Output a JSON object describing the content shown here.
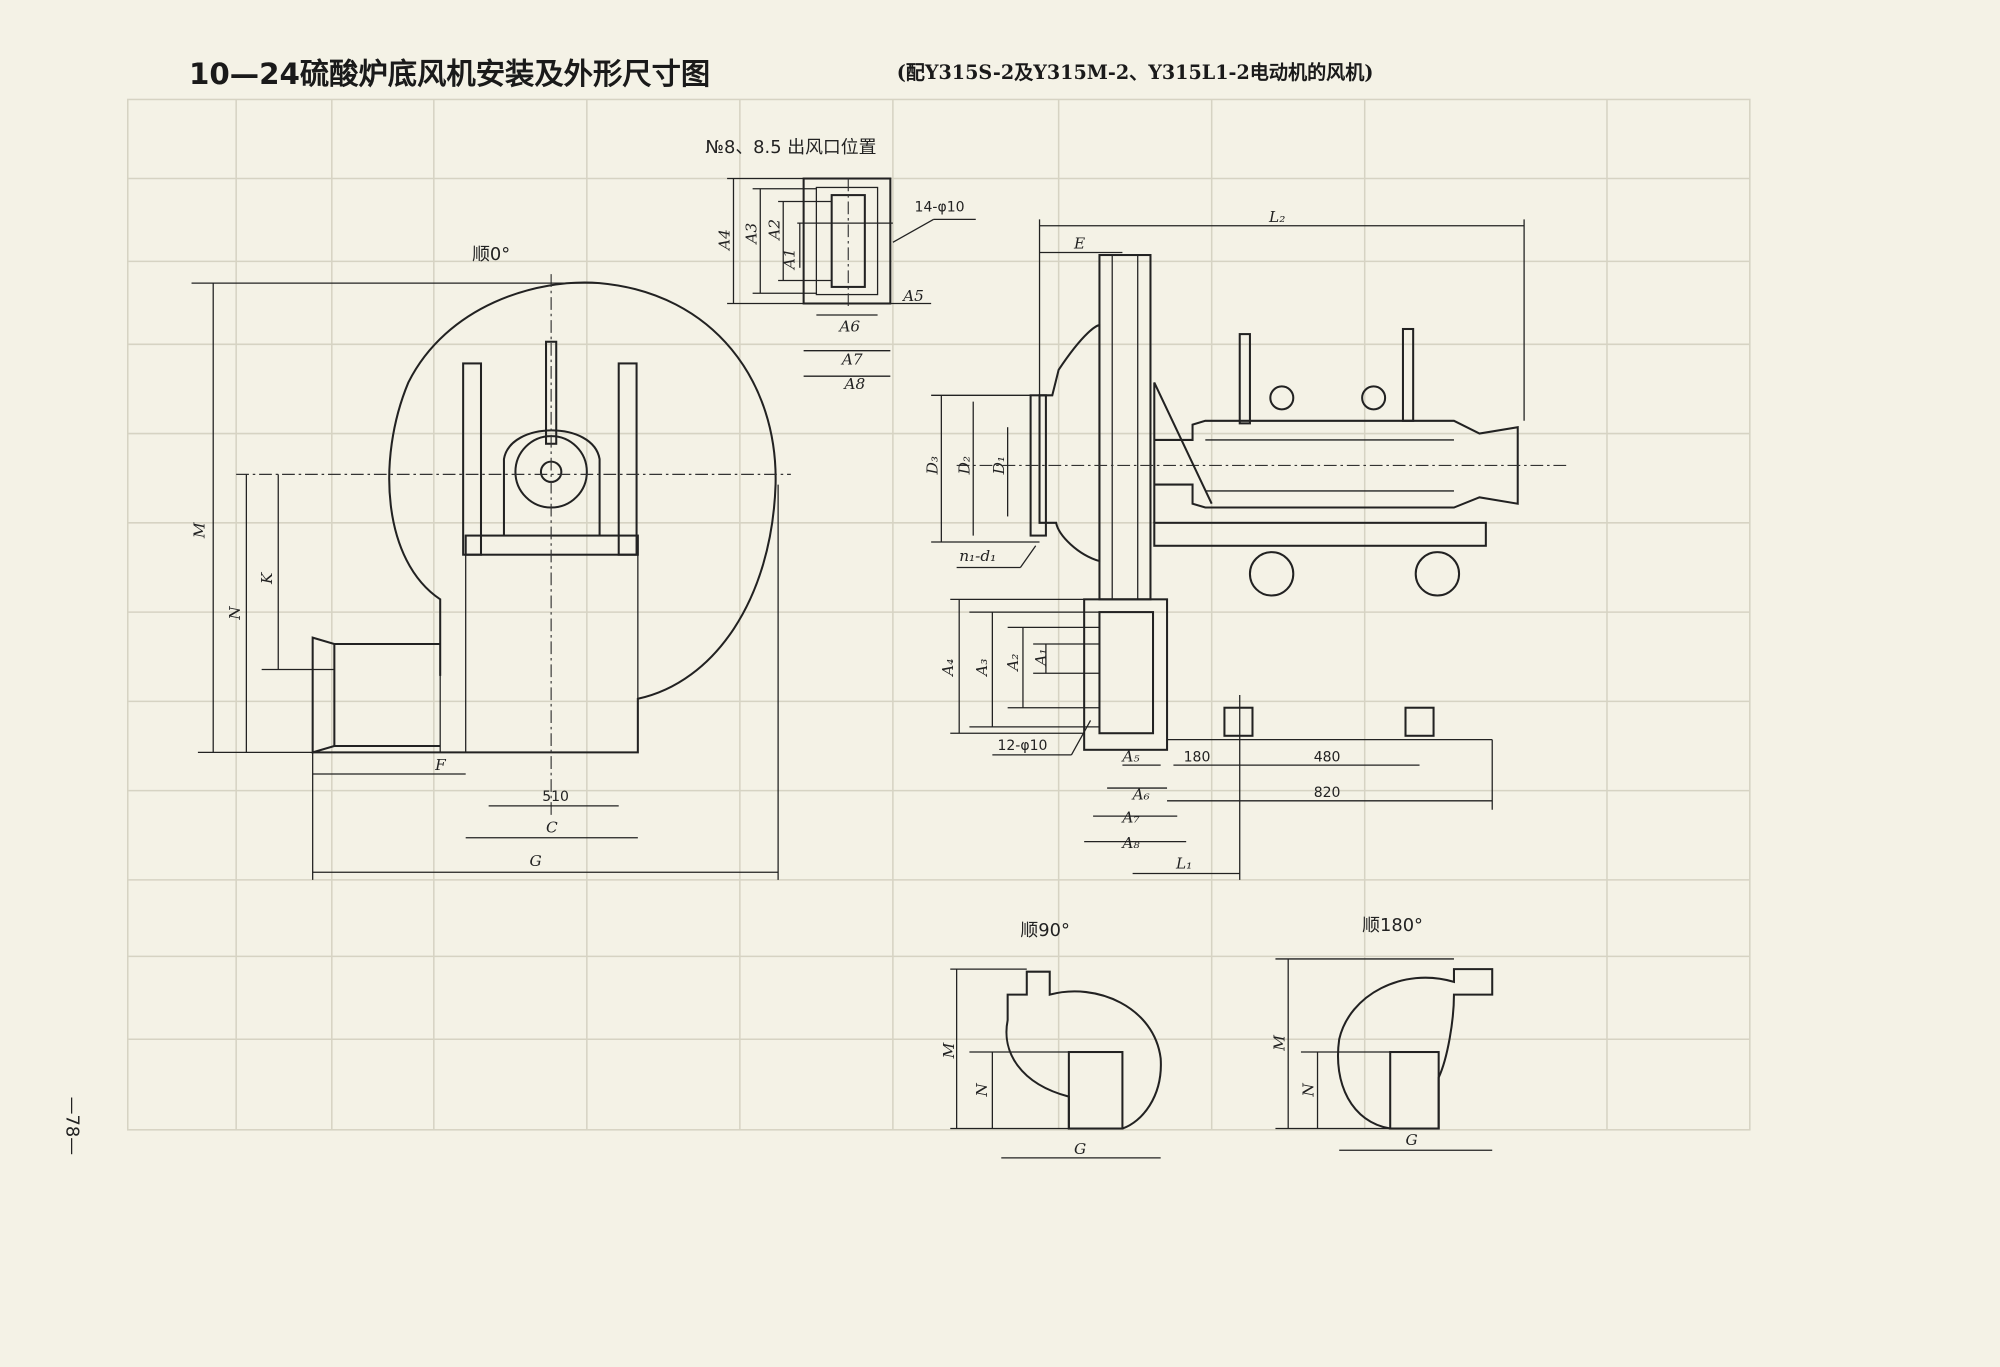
{
  "header": {
    "title": "10—24硫酸炉底风机安装及外形尺寸图",
    "subtitle": "(配Y315S-2及Y315M-2、Y315L1-2电动机的风机)"
  },
  "outlet_detail": {
    "title": "№8、8.5 出风口位置",
    "holes": "14-φ10",
    "labels": [
      "A1",
      "A2",
      "A3",
      "A4",
      "A5",
      "A6",
      "A7",
      "A8"
    ]
  },
  "front_view": {
    "rotation": "顺0°",
    "dims": {
      "M": "M",
      "N": "N",
      "K": "K",
      "F": "F",
      "C": "C",
      "G": "G",
      "span": "510"
    }
  },
  "side_view": {
    "dims": {
      "L2": "L₂",
      "E": "E",
      "D3": "D₃",
      "D2": "D₂",
      "D1": "D₁",
      "n1d1": "n₁-d₁",
      "holes": "12-φ10",
      "A1": "A₁",
      "A2": "A₂",
      "A3": "A₃",
      "A4": "A₄",
      "A5": "A₅",
      "A6": "A₆",
      "A7": "A₇",
      "A8": "A₈",
      "d180": "180",
      "d480": "480",
      "d820": "820",
      "L1": "L₁"
    }
  },
  "view_90": {
    "rotation": "顺90°",
    "M": "M",
    "N": "N",
    "G": "G"
  },
  "view_180": {
    "rotation": "顺180°",
    "M": "M",
    "N": "N",
    "G": "G"
  },
  "page_number": "—78—"
}
